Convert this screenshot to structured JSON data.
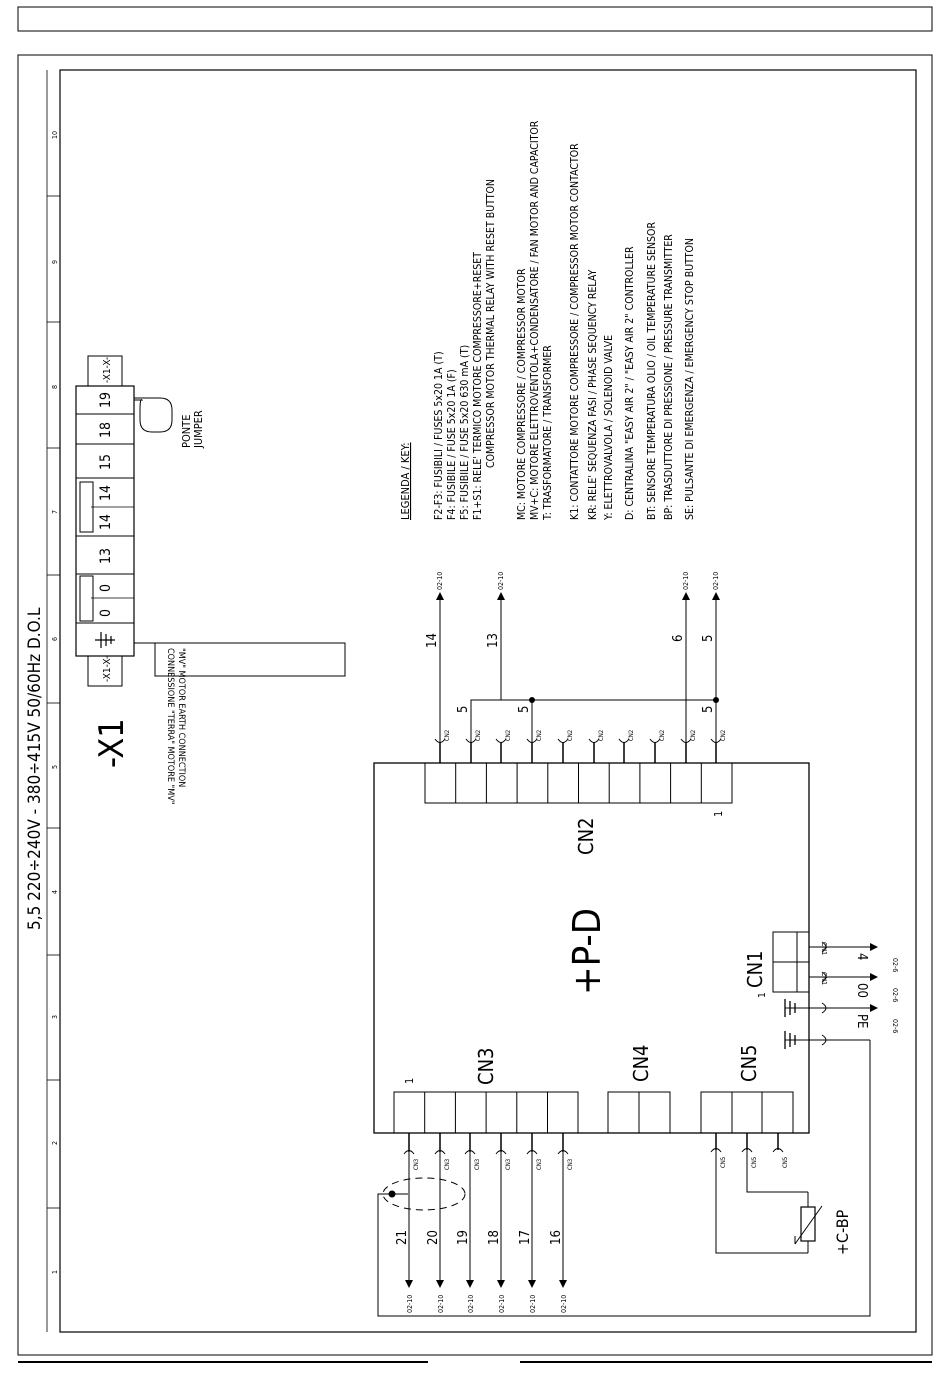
{
  "title": "5,5 220÷240V - 380÷415V 50/60Hz D.O.L",
  "ruler": [
    "1",
    "2",
    "3",
    "4",
    "5",
    "6",
    "7",
    "8",
    "9",
    "10"
  ],
  "terminal_block": {
    "name": "-X1",
    "end_label": "-X1-X-",
    "terminals": [
      "0",
      "0",
      "13",
      "14",
      "14",
      "15",
      "18",
      "19"
    ],
    "jumper_ita": "PONTE",
    "jumper_eng": "JUMPER",
    "earth_note_ita": "CONNESSIONE \"TERRA\" MOTORE \"MV\"",
    "earth_note_eng": "\"MV\" MOTOR EARTH CONNECTION"
  },
  "legend": {
    "header": "LEGENDA / KEY:",
    "items": [
      "F2-F3: FUSIBILI / FUSES 5x20 1A (T)",
      "F4: FUSIBILE / FUSE 5x20 1A (F)",
      "F5: FUSIBILE / FUSE 5x20 630 mA (T)",
      "F1+S1: RELE' TERMICO MOTORE COMPRESSORE+RESET",
      "COMPRESSOR MOTOR THERMAL RELAY WITH RESET BUTTON",
      "MC: MOTORE COMPRESSORE / COMPRESSOR MOTOR",
      "MV+C: MOTORE ELETTROVENTOLA+CONDENSATORE / FAN MOTOR AND CAPACITOR",
      "T: TRASFORMATORE / TRANSFORMER",
      "K1: CONTATTORE MOTORE COMPRESSORE / COMPRESSOR MOTOR CONTACTOR",
      "KR: RELE' SEQUENZA FASI / PHASE SEQUENCY RELAY",
      "Y: ELETTROVALVOLA / SOLENOID VALVE",
      "D: CENTRALINA \"EASY AIR 2\" / \"EASY AIR 2\" CONTROLLER",
      "BT: SENSORE TEMPERATURA OLIO / OIL TEMPERATURE SENSOR",
      "BP: TRASDUTTORE DI PRESSIONE / PRESSURE TRANSMITTER",
      "SE: PULSANTE DI EMERGENZA / EMERGENCY STOP BUTTON"
    ]
  },
  "board": {
    "name": "+P-D",
    "connectors": {
      "cn1": "CN1",
      "cn2": "CN2",
      "cn3": "CN3",
      "cn4": "CN4",
      "cn5": "CN5"
    },
    "pin1": "1"
  },
  "cn2_wires": {
    "tag": "CN2",
    "ref": "02-10",
    "labels": [
      "14",
      "13",
      "6",
      "5"
    ],
    "jumper_labels": [
      "5",
      "5",
      "5"
    ]
  },
  "cn1_wires": {
    "tag": "CN1",
    "ref": "02-6",
    "labels": [
      "4",
      "00",
      "PE"
    ]
  },
  "cn3_wires": {
    "tag": "CN3",
    "ref": "02-10",
    "labels": [
      "21",
      "20",
      "19",
      "18",
      "17",
      "16"
    ]
  },
  "cn5_wires": {
    "tag": "CN5"
  },
  "sensor": "+C-BP"
}
